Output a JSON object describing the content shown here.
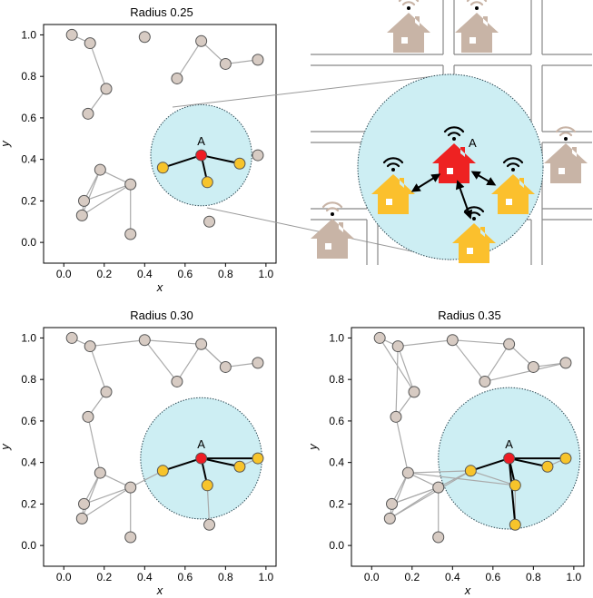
{
  "colors": {
    "node_fill": "#d7cbc3",
    "node_stroke": "#555555",
    "edge": "#aaaaaa",
    "edge_a": "#000000",
    "node_a": "#ee1c24",
    "node_neighbor": "#f7c42b",
    "circle_fill": "#cdeef3",
    "circle_stroke": "#2c4a55",
    "house_gray": "#c8b4a6",
    "house_red": "#ee2222",
    "house_yellow": "#fbc02d",
    "road": "#888888"
  },
  "axes": {
    "xlabel": "x",
    "ylabel": "y",
    "xticks": [
      "0.0",
      "0.2",
      "0.4",
      "0.6",
      "0.8",
      "1.0"
    ],
    "yticks": [
      "0.0",
      "0.2",
      "0.4",
      "0.6",
      "0.8",
      "1.0"
    ],
    "xlim": [
      -0.1,
      1.05
    ],
    "ylim": [
      -0.1,
      1.05
    ]
  },
  "node_a_label": "A",
  "chart_data": [
    {
      "type": "scatter",
      "title": "Radius 0.25",
      "radius": 0.25,
      "center": [
        0.68,
        0.42
      ],
      "nodes": [
        [
          0.04,
          1.0
        ],
        [
          0.13,
          0.96
        ],
        [
          0.4,
          0.99
        ],
        [
          0.68,
          0.97
        ],
        [
          0.8,
          0.86
        ],
        [
          0.96,
          0.88
        ],
        [
          0.56,
          0.79
        ],
        [
          0.21,
          0.74
        ],
        [
          0.12,
          0.62
        ],
        [
          0.18,
          0.35
        ],
        [
          0.33,
          0.28
        ],
        [
          0.1,
          0.2
        ],
        [
          0.09,
          0.13
        ],
        [
          0.33,
          0.04
        ],
        [
          0.96,
          0.42
        ],
        [
          0.72,
          0.1
        ],
        [
          0.68,
          0.42
        ],
        [
          0.49,
          0.36
        ],
        [
          0.71,
          0.29
        ],
        [
          0.87,
          0.38
        ]
      ],
      "edges": [
        [
          0,
          1
        ],
        [
          1,
          7
        ],
        [
          7,
          8
        ],
        [
          3,
          4
        ],
        [
          4,
          5
        ],
        [
          3,
          6
        ],
        [
          9,
          10
        ],
        [
          9,
          11
        ],
        [
          9,
          12
        ],
        [
          10,
          11
        ],
        [
          10,
          12
        ],
        [
          11,
          12
        ],
        [
          10,
          13
        ]
      ],
      "edges_a": [
        [
          16,
          17
        ],
        [
          16,
          18
        ],
        [
          16,
          19
        ]
      ],
      "a_index": 16,
      "neighbors": [
        17,
        18,
        19
      ]
    },
    {
      "type": "scatter",
      "title": "Radius 0.30",
      "radius": 0.3,
      "center": [
        0.68,
        0.42
      ],
      "nodes": [
        [
          0.04,
          1.0
        ],
        [
          0.13,
          0.96
        ],
        [
          0.4,
          0.99
        ],
        [
          0.68,
          0.97
        ],
        [
          0.8,
          0.86
        ],
        [
          0.96,
          0.88
        ],
        [
          0.56,
          0.79
        ],
        [
          0.21,
          0.74
        ],
        [
          0.12,
          0.62
        ],
        [
          0.18,
          0.35
        ],
        [
          0.33,
          0.28
        ],
        [
          0.1,
          0.2
        ],
        [
          0.09,
          0.13
        ],
        [
          0.33,
          0.04
        ],
        [
          0.72,
          0.1
        ],
        [
          0.68,
          0.42
        ],
        [
          0.49,
          0.36
        ],
        [
          0.71,
          0.29
        ],
        [
          0.87,
          0.38
        ],
        [
          0.96,
          0.42
        ]
      ],
      "edges": [
        [
          0,
          1
        ],
        [
          1,
          2
        ],
        [
          2,
          3
        ],
        [
          2,
          6
        ],
        [
          3,
          4
        ],
        [
          3,
          6
        ],
        [
          4,
          5
        ],
        [
          4,
          3
        ],
        [
          1,
          7
        ],
        [
          7,
          8
        ],
        [
          8,
          9
        ],
        [
          9,
          10
        ],
        [
          9,
          11
        ],
        [
          9,
          12
        ],
        [
          10,
          11
        ],
        [
          10,
          12
        ],
        [
          11,
          12
        ],
        [
          10,
          13
        ],
        [
          10,
          16
        ],
        [
          17,
          14
        ],
        [
          18,
          19
        ]
      ],
      "edges_a": [
        [
          15,
          16
        ],
        [
          15,
          17
        ],
        [
          15,
          18
        ],
        [
          15,
          19
        ]
      ],
      "a_index": 15,
      "neighbors": [
        16,
        17,
        18,
        19
      ]
    },
    {
      "type": "scatter",
      "title": "Radius 0.35",
      "radius": 0.35,
      "center": [
        0.68,
        0.42
      ],
      "nodes": [
        [
          0.04,
          1.0
        ],
        [
          0.13,
          0.96
        ],
        [
          0.4,
          0.99
        ],
        [
          0.68,
          0.97
        ],
        [
          0.8,
          0.86
        ],
        [
          0.96,
          0.88
        ],
        [
          0.56,
          0.79
        ],
        [
          0.21,
          0.74
        ],
        [
          0.12,
          0.62
        ],
        [
          0.18,
          0.35
        ],
        [
          0.33,
          0.28
        ],
        [
          0.1,
          0.2
        ],
        [
          0.09,
          0.13
        ],
        [
          0.33,
          0.04
        ],
        [
          0.68,
          0.42
        ],
        [
          0.49,
          0.36
        ],
        [
          0.71,
          0.29
        ],
        [
          0.87,
          0.38
        ],
        [
          0.96,
          0.42
        ],
        [
          0.71,
          0.1
        ]
      ],
      "edges": [
        [
          0,
          1
        ],
        [
          0,
          7
        ],
        [
          1,
          2
        ],
        [
          1,
          7
        ],
        [
          1,
          8
        ],
        [
          2,
          3
        ],
        [
          2,
          6
        ],
        [
          3,
          4
        ],
        [
          3,
          6
        ],
        [
          4,
          5
        ],
        [
          6,
          5
        ],
        [
          7,
          8
        ],
        [
          8,
          9
        ],
        [
          9,
          10
        ],
        [
          9,
          11
        ],
        [
          9,
          12
        ],
        [
          9,
          15
        ],
        [
          9,
          16
        ],
        [
          10,
          11
        ],
        [
          10,
          12
        ],
        [
          10,
          13
        ],
        [
          10,
          15
        ],
        [
          11,
          12
        ],
        [
          11,
          10
        ],
        [
          12,
          15
        ],
        [
          15,
          16
        ],
        [
          16,
          19
        ],
        [
          17,
          18
        ]
      ],
      "edges_a": [
        [
          14,
          15
        ],
        [
          14,
          16
        ],
        [
          14,
          17
        ],
        [
          14,
          18
        ],
        [
          14,
          19
        ]
      ],
      "a_index": 14,
      "neighbors": [
        15,
        16,
        17,
        18,
        19
      ]
    }
  ]
}
